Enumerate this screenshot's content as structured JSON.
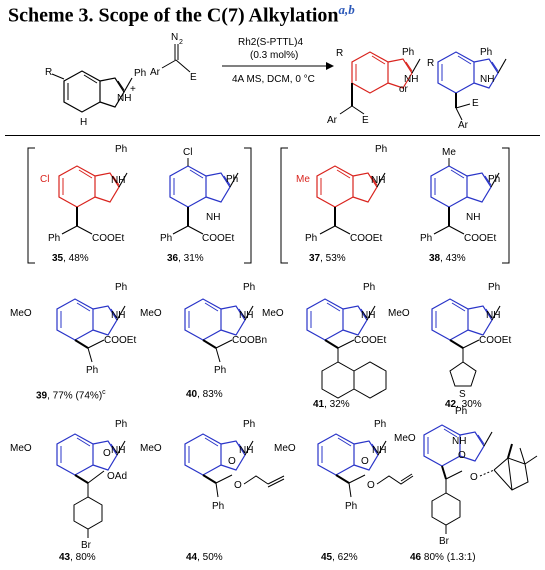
{
  "title": {
    "text": "Scheme 3. Scope of the C(7) Alkylation",
    "sup": "a,b"
  },
  "reaction": {
    "catalyst": "Rh2(S-PTTL)4",
    "loading": "(0.3 mol%)",
    "conditions": "4A MS, DCM, 0 °C",
    "or": "or",
    "plus": "+"
  },
  "atoms": {
    "Ph": "Ph",
    "NH": "NH",
    "N": "N",
    "H": "H",
    "R": "R",
    "Ar": "Ar",
    "E": "E",
    "N2": "N2",
    "Cl": "Cl",
    "Me": "Me",
    "MeO": "MeO",
    "Br": "Br",
    "S": "S",
    "O": "O",
    "OAd": "OAd",
    "COOEt": "COOEt",
    "COOBn": "COOBn"
  },
  "products": [
    {
      "num": "35",
      "yield": ", 48%"
    },
    {
      "num": "36",
      "yield": ", 31%"
    },
    {
      "num": "37",
      "yield": ", 53%"
    },
    {
      "num": "38",
      "yield": ", 43%"
    },
    {
      "num": "39",
      "yield": ", 77% (74%)",
      "sup": "c"
    },
    {
      "num": "40",
      "yield": ", 83%"
    },
    {
      "num": "41",
      "yield": ", 32%"
    },
    {
      "num": "42",
      "yield": ", 30%"
    },
    {
      "num": "43",
      "yield": ", 80%"
    },
    {
      "num": "44",
      "yield": ", 50%"
    },
    {
      "num": "45",
      "yield": ", 62%"
    },
    {
      "num": "46",
      "yield": " 80% (1.3:1)"
    }
  ],
  "colors": {
    "indole_highlight": "#d9231d",
    "indole_blue": "#2934c8",
    "line": "#000000"
  }
}
